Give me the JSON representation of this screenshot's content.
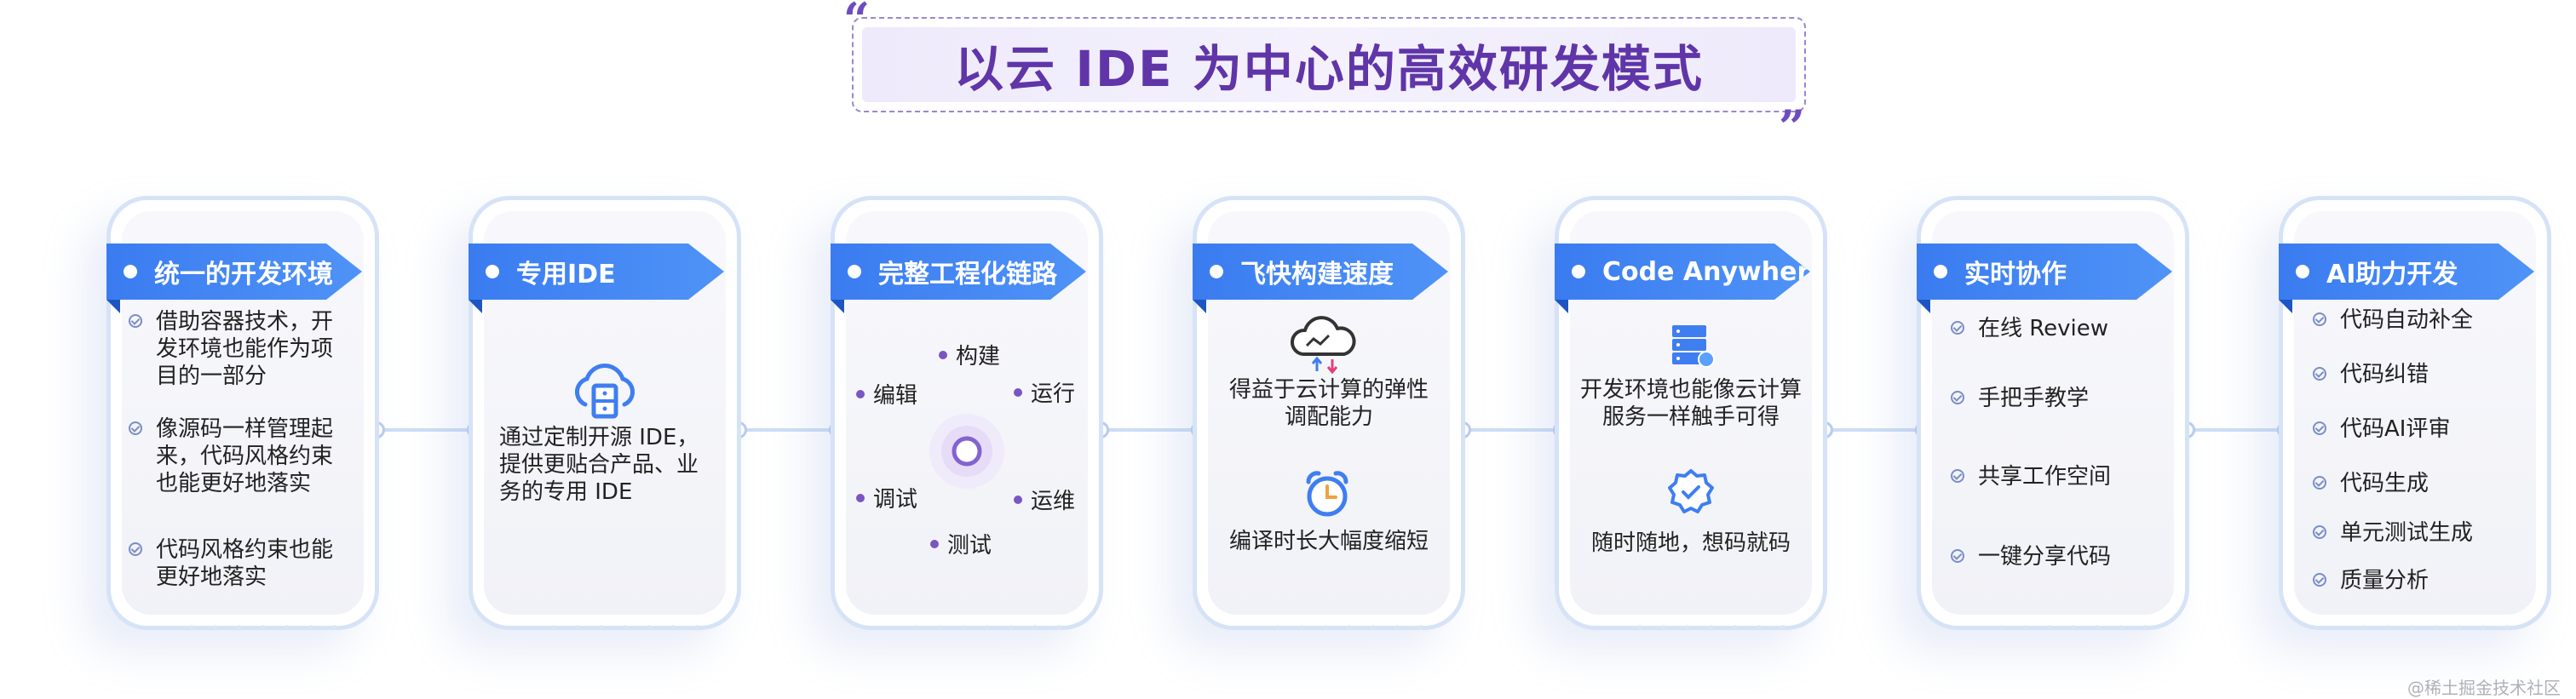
{
  "title": "以云 IDE 为中心的高效研发模式",
  "quote_open": "“",
  "quote_close": "”",
  "cards": [
    {
      "title": "统一的开发环境",
      "items": [
        "借助容器技术，开发环境也能作为项目的一部分",
        "像源码一样管理起来，代码风格约束也能更好地落实",
        "代码风格约束也能更好地落实"
      ]
    },
    {
      "title": "专用IDE",
      "description": "通过定制开源 IDE，提供更贴合产品、业务的专用 IDE",
      "icon": "cloud-server-icon"
    },
    {
      "title": "完整工程化链路",
      "stages": [
        "构建",
        "运行",
        "运维",
        "测试",
        "调试",
        "编辑"
      ],
      "icon": "cycle-ring-icon"
    },
    {
      "title": "飞快构建速度",
      "features": [
        "得益于云计算的弹性调配能力",
        "编译时长大幅度缩短"
      ],
      "icons": [
        "cloud-upload-icon",
        "alarm-clock-icon"
      ]
    },
    {
      "title": "Code Anywhere",
      "features": [
        "开发环境也能像云计算服务一样触手可得",
        "随时随地，想码就码"
      ],
      "icons": [
        "server-stack-icon",
        "verified-badge-icon"
      ]
    },
    {
      "title": "实时协作",
      "items": [
        "在线 Review",
        "手把手教学",
        "共享工作空间",
        "一键分享代码"
      ]
    },
    {
      "title": "AI助力开发",
      "items": [
        "代码自动补全",
        "代码纠错",
        "代码AI评审",
        "代码生成",
        "单元测试生成",
        "质量分析"
      ]
    }
  ],
  "watermark": "@稀土掘金技术社区",
  "colors": {
    "accent": "#4a8df5",
    "title": "#5f35a8",
    "connector": "#cdddf5",
    "card_border": "#d6e3f7"
  }
}
